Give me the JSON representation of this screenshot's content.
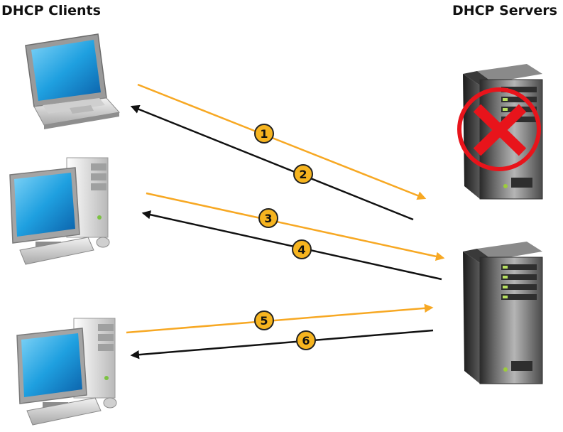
{
  "titles": {
    "clients": "DHCP Clients",
    "servers": "DHCP Servers"
  },
  "colors": {
    "orange": "#F7A823",
    "black": "#111111",
    "badge_fill": "#F6B41F",
    "badge_border": "#222222",
    "x_red": "#E8141B",
    "screen": "#1FA0E0"
  },
  "clients": [
    {
      "icon": "laptop-icon"
    },
    {
      "icon": "desktop-computer-icon"
    },
    {
      "icon": "desktop-computer-icon"
    }
  ],
  "servers": [
    {
      "icon": "server-tower-icon",
      "status_icon": "x-circle-icon"
    },
    {
      "icon": "server-tower-icon"
    }
  ],
  "messages": [
    {
      "step": "1",
      "from": "client-1",
      "to": "server-1",
      "color": "orange"
    },
    {
      "step": "2",
      "from": "server-1",
      "to": "client-1",
      "color": "black"
    },
    {
      "step": "3",
      "from": "client-2",
      "to": "server-2",
      "color": "orange"
    },
    {
      "step": "4",
      "from": "server-2",
      "to": "client-2",
      "color": "black"
    },
    {
      "step": "5",
      "from": "client-3",
      "to": "server-2",
      "color": "orange"
    },
    {
      "step": "6",
      "from": "server-2",
      "to": "client-3",
      "color": "black"
    }
  ]
}
